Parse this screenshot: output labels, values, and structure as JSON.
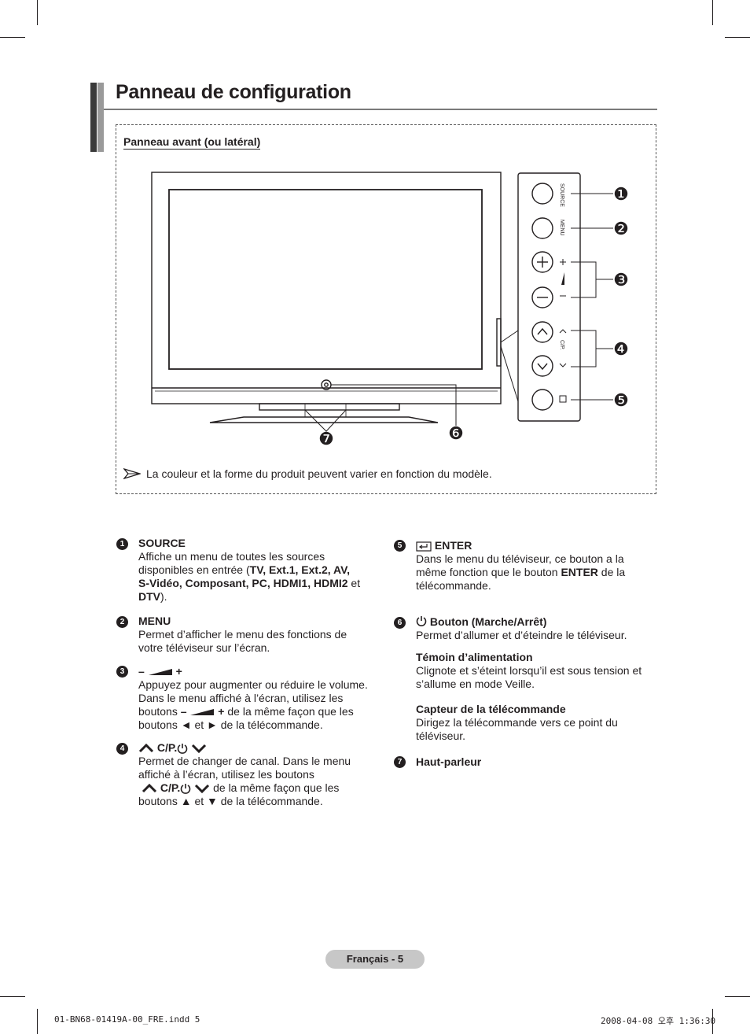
{
  "title": "Panneau de configuration",
  "subtitle": "Panneau avant (ou latéral)",
  "note": "La couleur et la forme du produit peuvent varier en fonction du modèle.",
  "diagram": {
    "panel_labels": {
      "source": "SOURCE",
      "menu": "MENU",
      "plus": "+",
      "minus": "–",
      "cp": "C/P."
    },
    "callouts": [
      "❶",
      "❷",
      "❸",
      "❹",
      "❺",
      "❻",
      "❼"
    ]
  },
  "items": {
    "i1": {
      "num": "1",
      "head": "SOURCE",
      "line1": "Affiche un menu de toutes les sources",
      "line2a": "disponibles en entrée (",
      "line2b": "TV, Ext.1, Ext.2, AV,",
      "line3": "S-Vidéo, Composant, PC, HDMI1, HDMI2",
      "line3b": " et",
      "line4": "DTV",
      "line4b": ")."
    },
    "i2": {
      "num": "2",
      "head": "MENU",
      "line1": "Permet d’afficher le menu des fonctions de",
      "line2": "votre téléviseur sur l’écran."
    },
    "i3": {
      "num": "3",
      "head_minus": "–",
      "head_plus": "+",
      "line1": "Appuyez pour augmenter ou réduire le volume.",
      "line2": "Dans le menu affiché à l’écran, utilisez les",
      "line3a": "boutons ",
      "line3b": "–",
      "line3c": "+",
      "line3d": " de la même façon que les",
      "line4": "boutons ◄ et ► de la télécommande."
    },
    "i4": {
      "num": "4",
      "head": "C/P.",
      "line1": "Permet de changer de canal. Dans le menu",
      "line2": "affiché à l’écran, utilisez les boutons",
      "line3a": "C/P.",
      "line3b": " de la même façon que les",
      "line4": "boutons ▲ et ▼ de la télécommande."
    },
    "i5": {
      "num": "5",
      "head": "ENTER",
      "line1": "Dans le menu du téléviseur, ce bouton a la",
      "line2a": "même fonction que le bouton ",
      "line2b": "ENTER",
      "line2c": " de la",
      "line3": "télécommande."
    },
    "i6": {
      "num": "6",
      "head": "Bouton (Marche/Arrêt)",
      "line1": "Permet d’allumer et d’éteindre le téléviseur.",
      "sub1_head": "Témoin d’alimentation",
      "sub1_line1": "Clignote et s’éteint lorsqu’il est sous tension et",
      "sub1_line2": "s’allume en mode Veille.",
      "sub2_head": "Capteur de la télécommande",
      "sub2_line1": "Dirigez la télécommande vers ce point du",
      "sub2_line2": "téléviseur."
    },
    "i7": {
      "num": "7",
      "head": "Haut-parleur"
    }
  },
  "footer": {
    "page_label": "Français - 5",
    "slug_left": "01-BN68-01419A-00_FRE.indd   5",
    "slug_right": "2008-04-08   오후 1:36:30"
  }
}
